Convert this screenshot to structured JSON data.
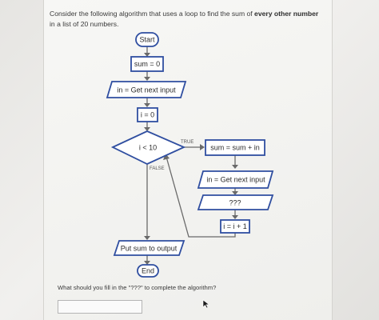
{
  "prompt": {
    "before": "Consider the following algorithm that uses a loop to find the sum of ",
    "emphasis": "every other number",
    "after": " in a list of 20 numbers."
  },
  "flowchart": {
    "start": "Start",
    "init_sum": "sum = 0",
    "get_input_1": "in = Get next input",
    "init_i": "i = 0",
    "condition": "i < 10",
    "true_label": "TRUE",
    "false_label": "FALSE",
    "add_sum": "sum = sum + in",
    "get_input_2": "in = Get next input",
    "unknown": "???",
    "increment": "i = i + 1",
    "output": "Put sum to output",
    "end": "End"
  },
  "question": "What should you fill in the \"???\" to complete the algorithm?",
  "answer": {
    "value": "",
    "placeholder": ""
  },
  "colors": {
    "shape_border": "#2f4ea0",
    "connector": "#6a6a6a",
    "text": "#2b2b2b"
  },
  "icons": {
    "cursor": "mouse-pointer-icon"
  }
}
